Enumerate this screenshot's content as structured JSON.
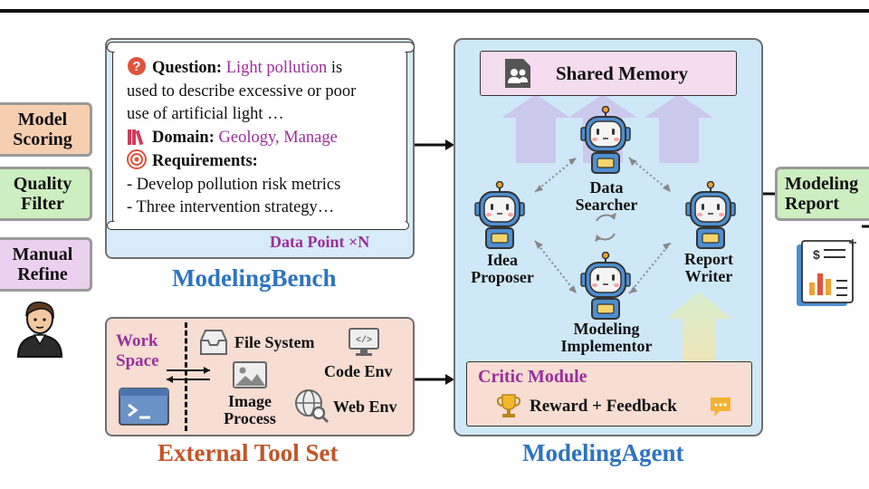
{
  "left_boxes": {
    "scoring": [
      "Model",
      "Scoring"
    ],
    "quality": [
      "Quality",
      "Filter"
    ],
    "manual": [
      "Manual",
      "Refine"
    ]
  },
  "bench": {
    "question_label": "Question:",
    "question_value": "Light pollution",
    "question_rest": [
      " is",
      "used to describe excessive or poor",
      "use of artificial light …"
    ],
    "domain_label": "Domain:",
    "domain_value": "Geology, Manage",
    "requirements_label": "Requirements:",
    "requirements": [
      "- Develop pollution risk metrics",
      "- Three intervention strategy…"
    ],
    "data_point": "Data Point ×N",
    "title": "ModelingBench"
  },
  "tools": {
    "workspace": [
      "Work",
      "Space"
    ],
    "file_system": "File System",
    "code_env": "Code Env",
    "image_process": [
      "Image",
      "Process"
    ],
    "web_env": "Web Env",
    "title": "External Tool Set"
  },
  "agent": {
    "shared_memory": "Shared Memory",
    "data_searcher": [
      "Data",
      "Searcher"
    ],
    "idea_proposer": [
      "Idea",
      "Proposer"
    ],
    "report_writer": [
      "Report",
      "Writer"
    ],
    "modeling_implementor": [
      "Modeling",
      "Implementor"
    ],
    "critic_module": "Critic Module",
    "reward_feedback": "Reward  +  Feedback",
    "title": "ModelingAgent"
  },
  "output": {
    "report": [
      "Modeling",
      "Report"
    ]
  },
  "colors": {
    "blue_title": "#2d74c0",
    "orange_title": "#c25528",
    "purple_text": "#9b2f9b",
    "bench_panel": "#d7ecf9",
    "agent_panel": "#cfe8f8",
    "tool_panel": "#f7ddd2"
  }
}
